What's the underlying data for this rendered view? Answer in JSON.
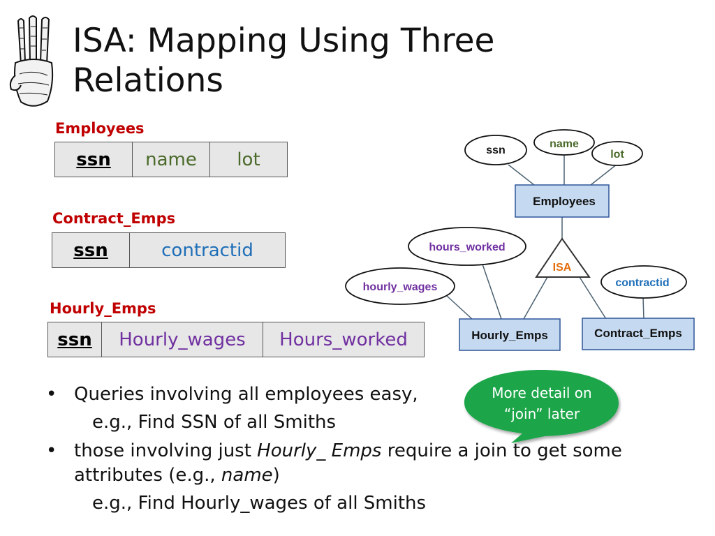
{
  "title": {
    "line1": "ISA:  Mapping Using Three",
    "line2": "Relations"
  },
  "relations": {
    "employees": {
      "label": "Employees",
      "cols": [
        "ssn",
        "name",
        "lot"
      ]
    },
    "contract": {
      "label": "Contract_Emps",
      "cols": [
        "ssn",
        "contractid"
      ]
    },
    "hourly": {
      "label": "Hourly_Emps",
      "cols": [
        "ssn",
        "Hourly_wages",
        "Hours_worked"
      ]
    }
  },
  "er": {
    "attrs": {
      "ssn": "ssn",
      "name": "name",
      "lot": "lot",
      "hours_worked": "hours_worked",
      "hourly_wages": "hourly_wages",
      "contractid": "contractid"
    },
    "entities": {
      "employees": "Employees",
      "hourly": "Hourly_Emps",
      "contract": "Contract_Emps"
    },
    "isa": "ISA"
  },
  "bullets": {
    "b1": "Queries involving all employees easy,",
    "b1_sub": "e.g., Find SSN of all Smiths",
    "b2_pre": "those involving just ",
    "b2_em": "Hourly_ Emps",
    "b2_post": " require a join to get some",
    "b2_line2_pre": "attributes (e.g., ",
    "b2_line2_em": "name",
    "b2_line2_post": ")",
    "b2_sub": "e.g., Find Hourly_wages of all Smiths"
  },
  "callout": {
    "line1": "More detail on",
    "line2": "“join” later"
  },
  "colors": {
    "relation_label": "#c00000",
    "entity_fill": "#c5d9f1",
    "callout": "#1aa64a",
    "isa_text": "#e46c0a"
  }
}
